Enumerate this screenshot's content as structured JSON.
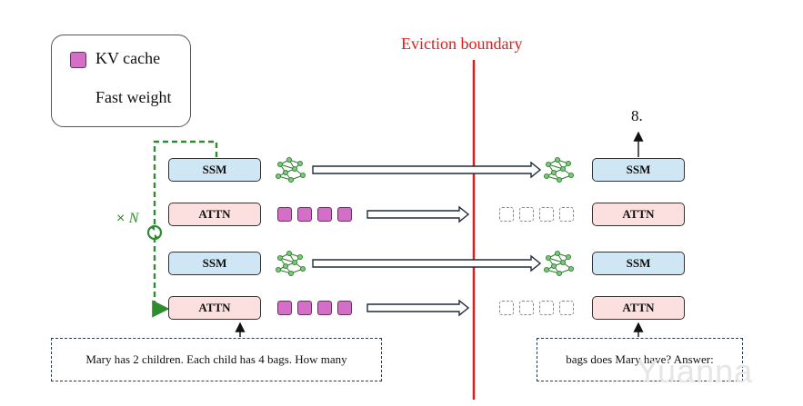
{
  "legend": {
    "kv_cache_label": "KV cache",
    "fast_weight_label": "Fast weight"
  },
  "eviction_label": "Eviction boundary",
  "repeat": {
    "times_symbol": "×",
    "n_symbol": "N"
  },
  "left_stack": [
    {
      "type": "ssm",
      "label": "SSM"
    },
    {
      "type": "attn",
      "label": "ATTN"
    },
    {
      "type": "ssm",
      "label": "SSM"
    },
    {
      "type": "attn",
      "label": "ATTN"
    }
  ],
  "right_stack": [
    {
      "type": "ssm",
      "label": "SSM"
    },
    {
      "type": "attn",
      "label": "ATTN"
    },
    {
      "type": "ssm",
      "label": "SSM"
    },
    {
      "type": "attn",
      "label": "ATTN"
    }
  ],
  "prompt_left": "Mary has 2 children. Each child has 4 bags. How many",
  "prompt_right": "bags does Mary have?  Answer:",
  "answer": "8.",
  "watermark": "Yuanna",
  "colors": {
    "eviction_line": "#e01b1b",
    "repeat_loop": "#2e8b2e",
    "ssm_fill": "#cfe6f4",
    "attn_fill": "#fbe0df",
    "kv_fill": "#d46fc8",
    "fast_weight_node": "#7cc67c"
  }
}
